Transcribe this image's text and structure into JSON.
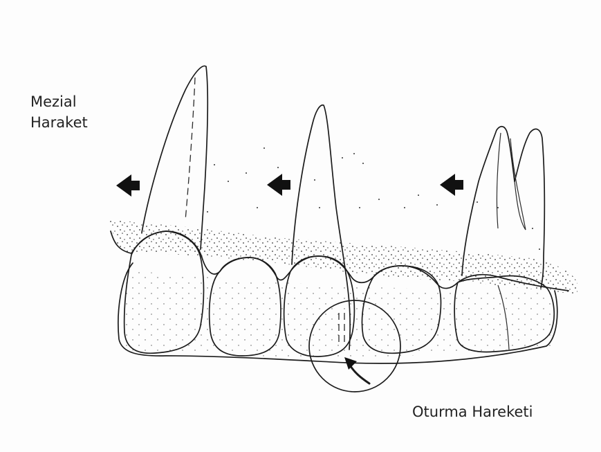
{
  "labels": {
    "mesial_line1": "Mezial",
    "mesial_line2": "Haraket",
    "seating": "Oturma Hareketi"
  }
}
